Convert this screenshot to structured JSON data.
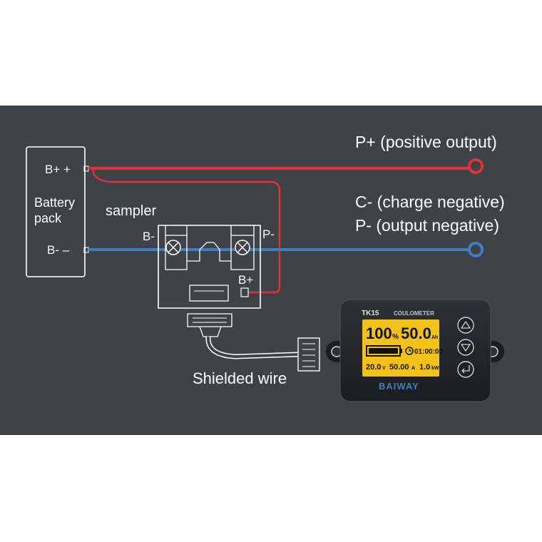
{
  "labels": {
    "p_plus": "P+ (positive output)",
    "c_minus": "C- (charge negative)",
    "p_minus": "P- (output negative)",
    "battery_line1": "Battery",
    "battery_line2": "pack",
    "bat_pos": "B+ +",
    "bat_neg": "B- –",
    "sampler": "sampler",
    "sampler_b_minus": "B-",
    "sampler_p_minus": "P-",
    "sampler_b_plus": "B+",
    "shielded_wire": "Shielded wire"
  },
  "meter": {
    "model": "TK15",
    "type": "COULOMETER",
    "percent": "100",
    "percent_unit": "%",
    "capacity": "50.0",
    "capacity_unit": "Ah",
    "time": "01:00:00",
    "voltage": "20.0",
    "voltage_unit": "V",
    "current": "50.00",
    "current_unit": "A",
    "power": "1.0",
    "power_unit": "kW",
    "brand": "BAIWAY"
  },
  "buttons": [
    "up-button",
    "down-button",
    "enter-button"
  ],
  "colors": {
    "background": "#3f4246",
    "positive_wire": "#e0303a",
    "negative_wire": "#3d7fc4",
    "lcd": "#f2c21a",
    "outline": "#ffffff"
  }
}
